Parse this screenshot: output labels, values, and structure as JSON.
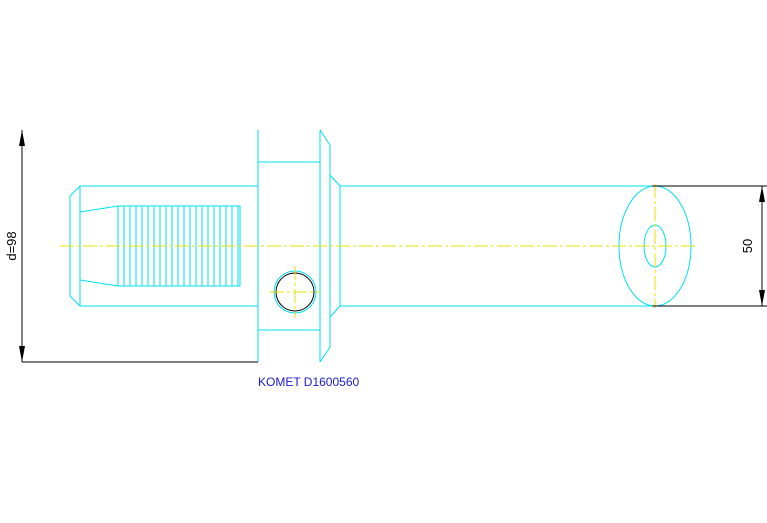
{
  "drawing": {
    "part_label": "KOMET D1600560",
    "dimension_left": "d=98",
    "dimension_right": "50",
    "colors": {
      "outline": "#00e0f0",
      "centerline": "#e8e000",
      "dimension": "#000000",
      "label": "#1a1ad0",
      "background": "#ffffff"
    }
  }
}
